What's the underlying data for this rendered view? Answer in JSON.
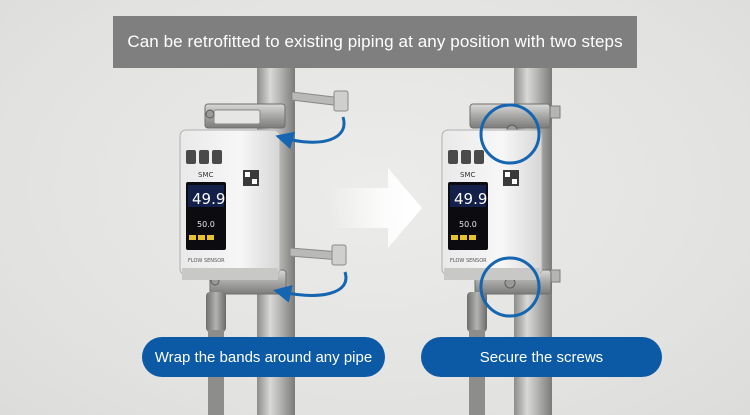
{
  "banner": {
    "text": "Can be retrofitted to existing piping at any position with two steps"
  },
  "steps": [
    {
      "label": "Wrap the bands around any pipe"
    },
    {
      "label": "Secure the screws"
    }
  ],
  "device": {
    "brand": "SMC",
    "reading": "49.9",
    "setpoint": "50.0",
    "product_label": "FLOW SENSOR"
  },
  "colors": {
    "banner_bg": "#7e7f7e",
    "pill_bg": "#0c5aa6",
    "arrow_blue": "#1565b0",
    "highlight_ring": "#1565b0"
  }
}
